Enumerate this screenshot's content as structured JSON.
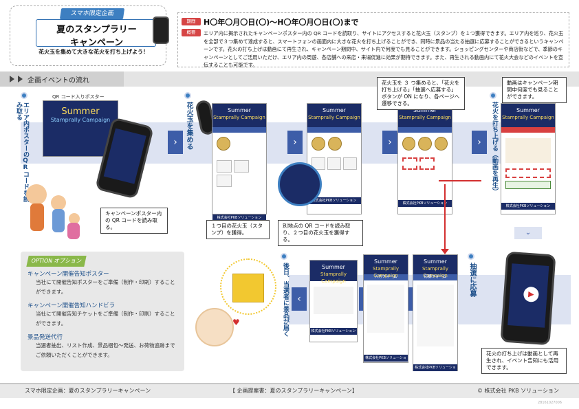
{
  "header": {
    "badge": "スマホ限定企画",
    "title_line1": "夏のスタンプラリー",
    "title_line2": "キャンペーン",
    "subtitle": "花火玉を集めて大きな花火を打ち上げよう！"
  },
  "info": {
    "period_tag": "期間",
    "overview_tag": "概要",
    "period": "H〇年〇月〇日(〇)〜H〇年〇月〇日(〇)まで",
    "description": "エリア内に掲示されたキャンペーンポスター内の QR コードを読取り、サイトにアクセスすると花火玉（スタンプ）を１つ獲得できます。エリア内を巡り、花火玉を全部で３つ集めて達成すると、スマートフォンの画面内に大きな花火を打ち上げることができ、同時に景品の当たる抽選に応募することができるというキャンペーンです。花火の打ち上げは動画にて再生され、キャンペーン期間中、サイト内で何度でも見ることができます。ショッピングセンターや商店街などで、季節のキャンペーンとしてご活用いただけ、エリア内の周遊、各店舗への来店・来場促進に効果が期待できます。また、再生される動画内にて花火大会などのイベントを宣伝することも可能です。"
  },
  "section": {
    "title": "企画イベントの流れ"
  },
  "steps": {
    "step1_label": "エリア内ポスターのQRコードを読み取る",
    "step2_label": "花火玉を集める",
    "step3_label": "花火を打ち上げる（動画を再生）",
    "step4_label": "抽選に応募",
    "step5_label": "後日、当選者に景品が届く"
  },
  "poster": {
    "caption": "QR コード入りポスター",
    "title1": "Summer",
    "title2": "Stamprally Campaign"
  },
  "callouts": {
    "scan": "キャンペーンポスター内の QR コードを読み取る。",
    "first_ball": "１つ目の花火玉（スタンプ）を獲得。",
    "second_ball": "別地点の QR コードを読み取り、２つ目の花火玉を獲得する。",
    "three_balls": "花火玉を ３ つ集めると、「花火を打ち上げる」「抽選へ応募する」ボタンが ON になり、各ページへ遷移できる。",
    "replay": "動画はキャンペーン期間中何度でも見ることができます。",
    "event": "花火の打ち上げは動画として再生され、イベント告知にも活用できます。"
  },
  "option": {
    "tag": "OPTION オプション",
    "items": [
      {
        "title": "キャンペーン開催告知ポスター",
        "body": "当社にて開催告知ポスターをご準備（制作・印刷）することができます。"
      },
      {
        "title": "キャンペーン開催告知ハンドビラ",
        "body": "当社にて開催告知チケットをご準備（制作・印刷）することができます。"
      },
      {
        "title": "景品発送代行",
        "body": "当選者抽出、リスト作成、景品梱包〜発送、お荷物追跡までご依頼いただくことができます。"
      }
    ]
  },
  "screens": {
    "head1": "Summer",
    "head2": "Stamprally Campaign",
    "foot": "株式会社PKBソリューション",
    "form_title": "入力フォーム",
    "confirm_title": "応募フォーム"
  },
  "footer": {
    "left": "スマホ限定企画：夏のスタンプラリーキャンペーン",
    "center": "【 企画提案書：夏のスタンプラリーキャンペーン】",
    "right": "© 株式会社 PKB ソリューション",
    "doc_id": "28161027006"
  },
  "colors": {
    "accent": "#3d7fc1",
    "navy": "#1b2c66",
    "option_green": "#8ab84a",
    "alert_red": "#d32f2f"
  }
}
